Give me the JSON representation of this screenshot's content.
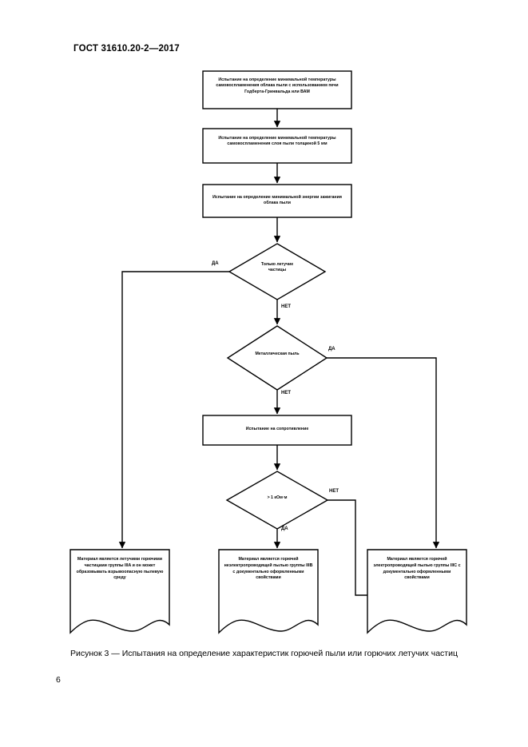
{
  "document": {
    "standard_header": "ГОСТ 31610.20-2—2017",
    "page_number": "6",
    "figure_caption": "Рисунок 3 — Испытания на определение характеристик горючей пыли или горючих летучих частиц"
  },
  "flowchart": {
    "process_boxes": [
      {
        "id": "test-autoignition-cloud",
        "text": "Испытание на определение минимальной температуры самовоспламенения облака пыли с использованием печи Годберта-Гринвальда или ВАМ"
      },
      {
        "id": "test-autoignition-layer",
        "text": "Испытание на определение минимальной температуры самовоспламенения слоя пыли толщиной 5 мм"
      },
      {
        "id": "test-min-ignition-energy",
        "text": "Испытание на определение минимальной энергии зажигания облака пыли"
      },
      {
        "id": "test-resistance",
        "text": "Испытание на сопротивление"
      }
    ],
    "decisions": [
      {
        "id": "only-flyings",
        "text": "Только летучие частицы",
        "yes_label": "ДА",
        "no_label": "НЕТ"
      },
      {
        "id": "metal-dust",
        "text": "Металлическая пыль",
        "yes_label": "ДА",
        "no_label": "НЕТ"
      },
      {
        "id": "resistivity",
        "text": "> 1 кОм·м",
        "yes_label": "ДА",
        "no_label": "НЕТ"
      }
    ],
    "results": [
      {
        "id": "result-group-iiia",
        "text": "Материал является летучими горючими частицами группы IIIA и он может образовывать взрывоопасную пылевую среду"
      },
      {
        "id": "result-group-iiib",
        "text": "Материал является горючей неэлектропроводящей пылью группы IIIB с документально оформленными свойствами"
      },
      {
        "id": "result-group-iiic",
        "text": "Материал является горючей электропроводящей пылью группы IIIC с документально оформленными свойствами"
      }
    ]
  }
}
